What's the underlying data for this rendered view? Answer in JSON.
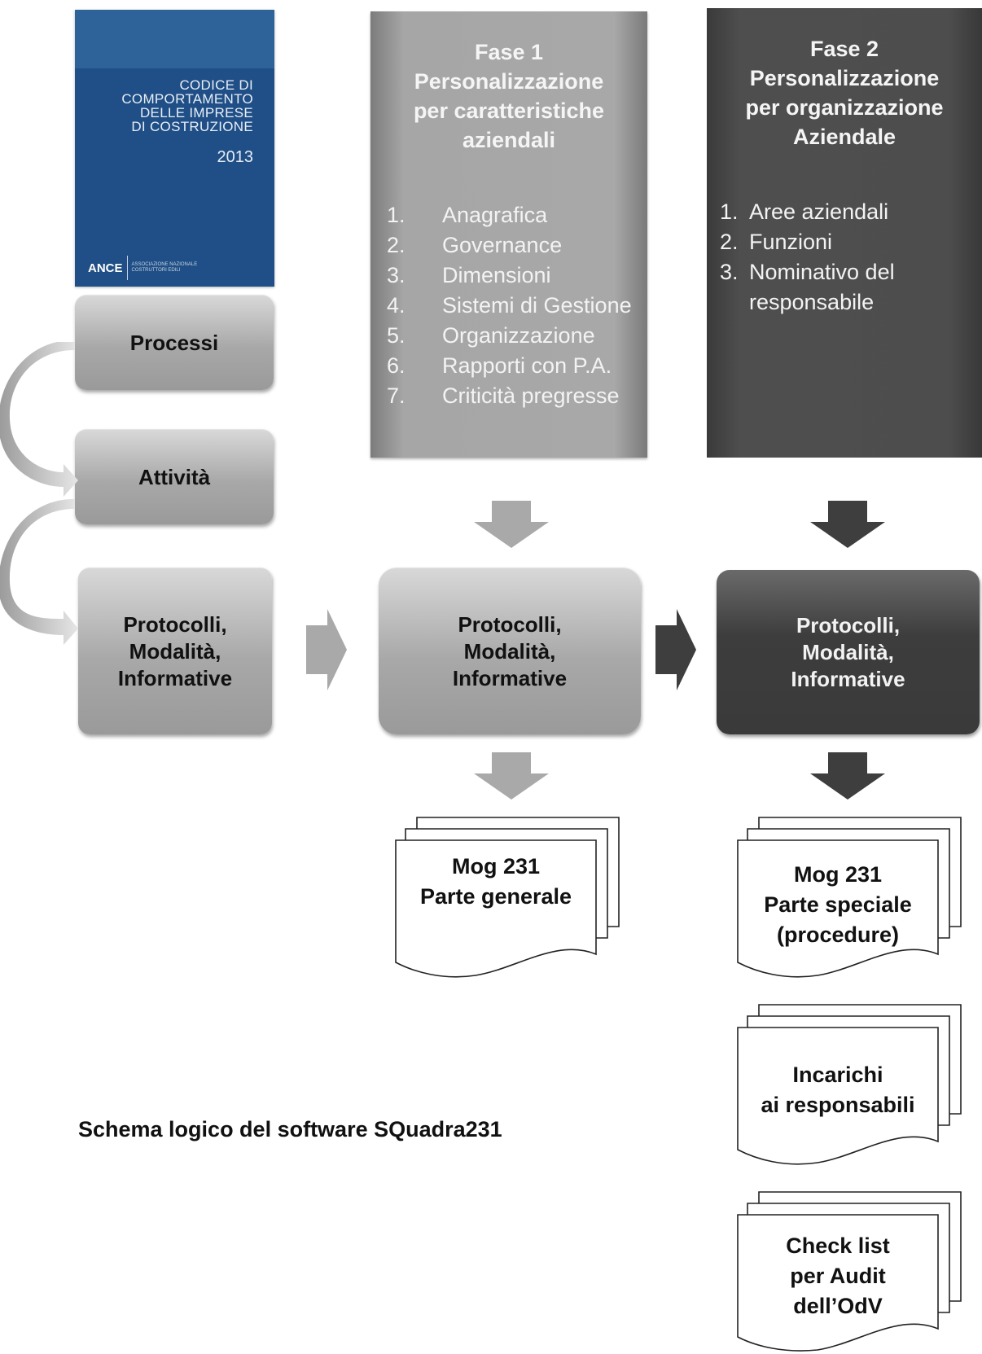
{
  "cover": {
    "title_lines": [
      "CODICE DI",
      "COMPORTAMENTO",
      "DELLE IMPRESE",
      "DI COSTRUZIONE"
    ],
    "year": "2013",
    "logo": "ANCE",
    "logo_sub": "ASSOCIAZIONE NAZIONALE COSTRUTTORI EDILI"
  },
  "left_column": {
    "processi": "Processi",
    "attivita": "Attività",
    "protocolli": "Protocolli,\nModalità,\nInformative"
  },
  "phase1": {
    "title": "Fase 1\nPersonalizzazione\nper caratteristiche\naziendali",
    "items": [
      {
        "n": "1.",
        "label": "Anagrafica"
      },
      {
        "n": "2.",
        "label": "Governance"
      },
      {
        "n": "3.",
        "label": "Dimensioni"
      },
      {
        "n": "4.",
        "label": "Sistemi di Gestione"
      },
      {
        "n": "5.",
        "label": "Organizzazione"
      },
      {
        "n": "6.",
        "label": "Rapporti con P.A."
      },
      {
        "n": "7.",
        "label": "Criticità pregresse"
      }
    ],
    "protocolli": "Protocolli,\nModalità,\nInformative",
    "doc": "Mog 231\nParte generale"
  },
  "phase2": {
    "title": "Fase 2\nPersonalizzazione\nper organizzazione\nAziendale",
    "items": [
      {
        "n": "1.",
        "label": "Aree aziendali"
      },
      {
        "n": "2.",
        "label": "Funzioni"
      },
      {
        "n": "3.",
        "label": "Nominativo del"
      },
      {
        "n": "",
        "label": "responsabile"
      }
    ],
    "protocolli": "Protocolli,\nModalità,\nInformative",
    "docs": [
      "Mog 231\nParte speciale\n(procedure)",
      "Incarichi\nai responsabili",
      "Check list\nper Audit\ndell’OdV"
    ]
  },
  "caption": "Schema logico del software SQuadra231",
  "colors": {
    "light_gray": "#a8a8a8",
    "dark_gray": "#3d3d3d",
    "cover_blue": "#1f4f86"
  }
}
